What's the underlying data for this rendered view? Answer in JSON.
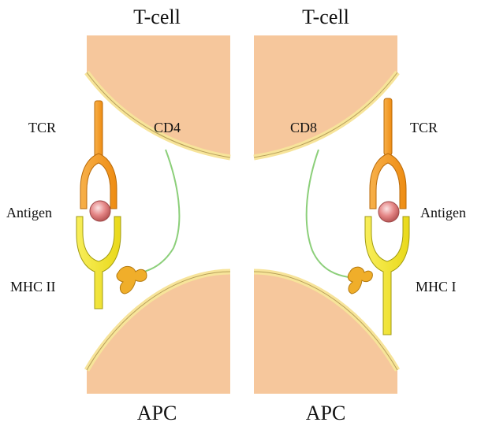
{
  "left_panel": {
    "top_cell": "T-cell",
    "bottom_cell": "APC",
    "receptor": "TCR",
    "coreceptor": "CD4",
    "antigen": "Antigen",
    "mhc": "MHC II"
  },
  "right_panel": {
    "top_cell": "T-cell",
    "bottom_cell": "APC",
    "receptor": "TCR",
    "coreceptor": "CD8",
    "antigen": "Antigen",
    "mhc": "MHC I"
  },
  "colors": {
    "cell_fill": "#F6C79C",
    "cell_membrane": "#F7E49A",
    "membrane_outline": "#B8A15A",
    "tcr": "#F59A1A",
    "tcr_outline": "#B86A0A",
    "mhc": "#F5E62A",
    "mhc_outline": "#A09A12",
    "antigen": "#E58787",
    "coreceptor_line": "#8CCF7A",
    "coreceptor_binding": "#F0AE2A"
  }
}
